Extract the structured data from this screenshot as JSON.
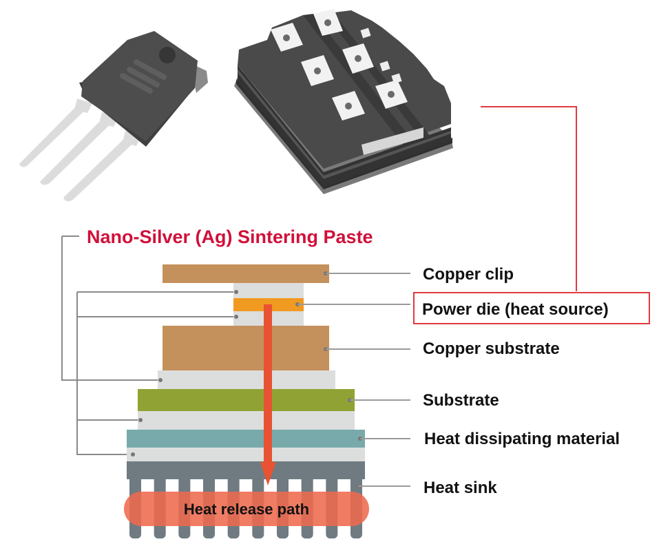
{
  "title": "Nano-Silver (Ag) Sintering Paste",
  "colors": {
    "title": "#d0103a",
    "highlight_box": "#e0393e",
    "copper": "#c4915c",
    "sinter_layer": "#dcdedd",
    "power_die": "#f09a22",
    "substrate": "#8fa233",
    "heat_dissipating": "#78aaab",
    "heat_sink": "#6f7b81",
    "heat_arrow": "#e85333",
    "heat_release_band": "#ee6a4f",
    "leader_line": "#8a8a8a",
    "package_dark": "#4a4a4a",
    "lead": "#dddddd"
  },
  "products": [
    {
      "name": "discrete-to-247-package",
      "icon": "transistor-icon"
    },
    {
      "name": "power-module-package",
      "icon": "power-module-icon"
    }
  ],
  "layers": [
    {
      "id": "copper-clip",
      "label": "Copper clip"
    },
    {
      "id": "sinter-1",
      "label": ""
    },
    {
      "id": "power-die",
      "label": "Power die (heat source)",
      "highlighted": true
    },
    {
      "id": "sinter-2",
      "label": ""
    },
    {
      "id": "copper-substrate",
      "label": "Copper substrate"
    },
    {
      "id": "sinter-3",
      "label": ""
    },
    {
      "id": "substrate",
      "label": "Substrate"
    },
    {
      "id": "sinter-4",
      "label": ""
    },
    {
      "id": "heat-dissipating-material",
      "label": "Heat dissipating material"
    },
    {
      "id": "sinter-5",
      "label": ""
    },
    {
      "id": "heat-sink",
      "label": "Heat sink"
    }
  ],
  "labels": {
    "copper_clip": "Copper clip",
    "power_die": "Power die (heat source)",
    "copper_substrate": "Copper substrate",
    "substrate": "Substrate",
    "heat_dissipating": "Heat dissipating material",
    "heat_sink": "Heat sink"
  },
  "heat_release": "Heat release path",
  "heat_sink_fins": 10
}
